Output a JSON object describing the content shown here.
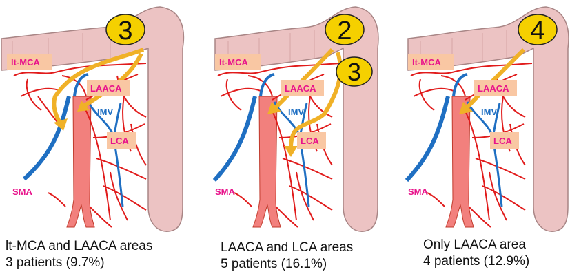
{
  "panels": [
    {
      "badges": [
        "3"
      ],
      "labels": {
        "lt_mca": "lt-MCA",
        "laaca": "LAACA",
        "imv": "IMV",
        "lca": "LCA",
        "sma": "SMA"
      },
      "caption_line1": "lt-MCA and LAACA areas",
      "caption_line2": "3 patients (9.7%)"
    },
    {
      "badges": [
        "2",
        "3"
      ],
      "labels": {
        "lt_mca": "lt-MCA",
        "laaca": "LAACA",
        "imv": "IMV",
        "lca": "LCA",
        "sma": "SMA"
      },
      "caption_line1": "LAACA and LCA areas",
      "caption_line2": "5 patients (16.1%)"
    },
    {
      "badges": [
        "4"
      ],
      "labels": {
        "lt_mca": "lt-MCA",
        "laaca": "LAACA",
        "imv": "IMV",
        "lca": "LCA",
        "sma": "SMA"
      },
      "caption_line1": "Only LAACA area",
      "caption_line2": "4 patients (12.9%)"
    }
  ],
  "colors": {
    "colon": "#ecc3c3",
    "colon_stroke": "#a88585",
    "artery": "#e11b1b",
    "aorta": "#f2807d",
    "vein": "#1f6fc2",
    "arrow": "#f0b127",
    "badge": "#f5d000",
    "label_box": "#f9c7a3",
    "label_text_magenta": "#e8138b",
    "label_text_blue": "#1f6fc2"
  }
}
